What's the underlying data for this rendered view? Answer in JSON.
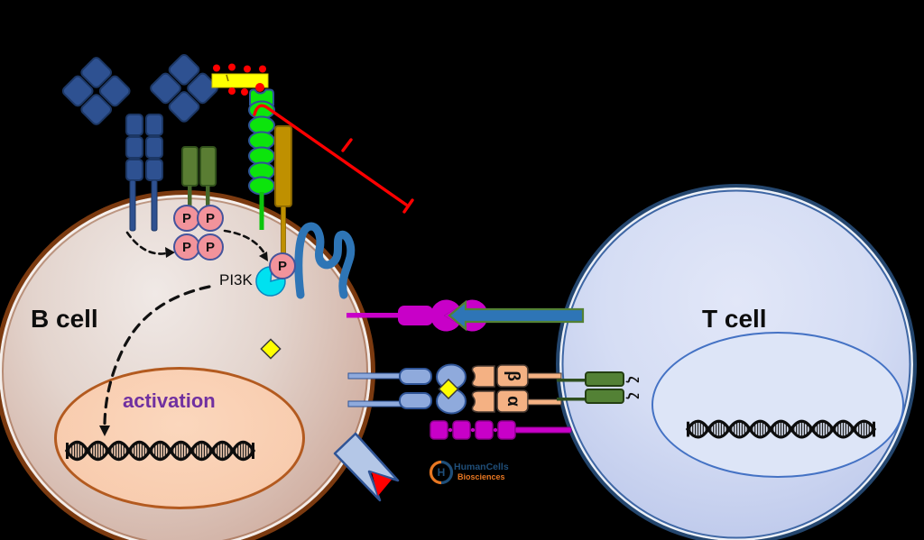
{
  "diagram": {
    "b_cell_label": "B cell",
    "t_cell_label": "T cell",
    "pi3k_label": "PI3K",
    "activation_label": "activation",
    "tcr_beta_label": "β",
    "tcr_alpha_label": "α",
    "zeta_label": "ζ",
    "phospho_label": "P"
  },
  "logo": {
    "monogram": "H",
    "name": "HumanCells",
    "tagline": "Biosciences"
  },
  "colors": {
    "background": "#000000",
    "antibody_blue": "#2e5191",
    "coreceptor_green": "#5a7d33",
    "antigen_yellow": "#ffff00",
    "dot_red": "#ff0000",
    "coil_green": "#0ce40c",
    "gold_receptor": "#bf9000",
    "inhibition_red": "#ff0000",
    "phospho_pink": "#f2939b",
    "pi3k_cyan": "#00e1f0",
    "squiggle_blue": "#2e75b6",
    "cd40_magenta": "#c800c8",
    "cd40l_blue": "#2e75b6",
    "cd40l_border_green": "#538135",
    "mhc_blue": "#8faadc",
    "tcr_peach": "#f4b183",
    "cd3_green": "#538135",
    "activation_purple": "#7030a0",
    "b_cell_membrane": "#7b3a10",
    "b_cell_fill": "#e3d4cd",
    "b_nucleus_fill": "#f8cbad",
    "t_cell_membrane": "#24466e",
    "t_cell_fill": "#c6d0ee",
    "t_nucleus_fill": "#dde5f7",
    "flag_blue": "#b4c7e7",
    "logo_blue": "#1f4e79",
    "logo_orange": "#e87722"
  }
}
